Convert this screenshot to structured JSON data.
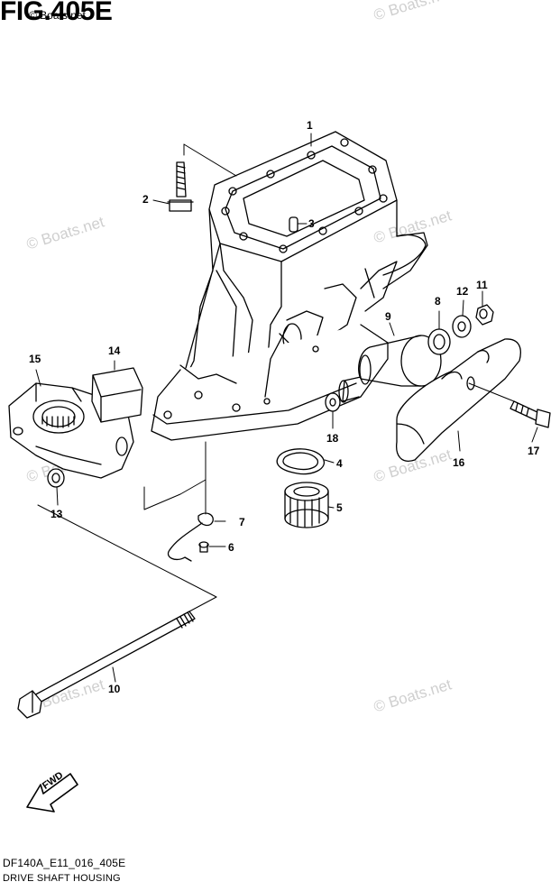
{
  "figure": {
    "title": "FIG.405E",
    "subtitle": "© Boats.net",
    "drawing_code": "DF140A_E11_016_405E",
    "caption": "DRIVE SHAFT HOUSING"
  },
  "watermark": {
    "text": "© Boats.net"
  },
  "direction_arrow": {
    "label": "FWD"
  },
  "callouts": {
    "c1": "1",
    "c2": "2",
    "c3": "3",
    "c4": "4",
    "c5": "5",
    "c6": "6",
    "c7": "7",
    "c8": "8",
    "c9": "9",
    "c10": "10",
    "c11": "11",
    "c12": "12",
    "c13": "13",
    "c14": "14",
    "c15": "15",
    "c16": "16",
    "c17": "17",
    "c18": "18"
  },
  "colors": {
    "line": "#000000",
    "watermark": "#cfcfcf",
    "background": "#ffffff"
  }
}
